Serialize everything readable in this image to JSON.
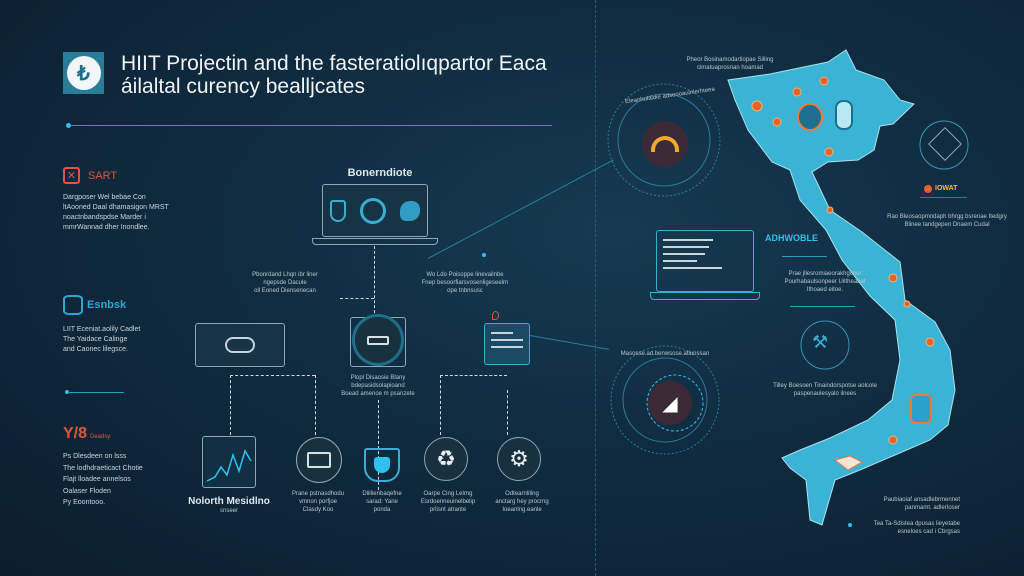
{
  "header": {
    "title_line1": "HIIT Projectin and the fasteratiolıqpartor Eaca",
    "title_line2": "áilaltal curency bealljcates",
    "logo_icon": "currency-logo-icon"
  },
  "left_panel": {
    "sections": [
      {
        "title": "SART",
        "color": "#e0553c",
        "lines": [
          "Dargposer Wel bebae Con",
          "ltAooned Daal dhamasigon MRST",
          "noactnbandspdse Marder i",
          "mmrWannad dher Inondlee."
        ]
      },
      {
        "title": "Esnbsk",
        "color": "#29a8d6",
        "lines": [
          "LIIT Eceniat.aolily Cadlet",
          "The Yaidace Calinge",
          "and Caonec lilegsce."
        ]
      },
      {
        "title": "Y/8",
        "subtitle": "Deadsy",
        "color": "#e0553c",
        "lines": [
          "Ps Dlesdeen on lsss",
          "The lodhdraeticact Chotie",
          "Flajt lloadee annelsos",
          "Oalaser Floden",
          "Py Eoontooo."
        ]
      }
    ]
  },
  "flow": {
    "top_label": "Bonerndiote",
    "top_left_caption": [
      "Pbonrdand Lhqn ibr liner",
      "ngepsde Dacule",
      "oll Eoned Diensenecan"
    ],
    "top_right_caption": [
      "Wo Ldo Poisoppe linevailnbe",
      "Fnep besoorfiarsvosenligeseelrn",
      "ope tnbnsusc"
    ],
    "middle_caption": [
      "Plopl Disaosie Blany",
      "bdepasidsolapioand",
      "Boead amenoe m psanzete"
    ],
    "bottom_items": [
      {
        "title": "Nolorth Mesidlno",
        "sub": "snseer"
      },
      {
        "lines": [
          "Prane pstnasdhodu",
          "vmnon porfjoe",
          "Clasdy  Koo"
        ]
      },
      {
        "lines": [
          "Dlillienbaqefne",
          "sarad: Yane",
          "ponda"
        ]
      },
      {
        "lines": [
          "Oarpe Cing Lelrng",
          "Esrdoenneuinelbelip",
          "prlisnt atrante"
        ]
      },
      {
        "lines": [
          "Odtearnliling",
          "anctarg hey procrng",
          "Ioeanlng.eanle"
        ]
      }
    ]
  },
  "map_panel": {
    "top_caption": [
      "Pheor Bosinamodartiopae Silling",
      "cimatuaprosnan hoamad"
    ],
    "ring_top_text": "Eleanhulaldie adseooaulnlerhteea",
    "label_heading": "ADHWOBLE",
    "heading_caption": [
      "Prae jllesromiaeorakhgcher",
      "Pourhabaulsonpeer Uiltheabat",
      "Ithoaed eitoe."
    ],
    "badge_label": "IOWAT",
    "right_caption": [
      "Rao Bleosaopmndaph bhrgg bsrenae Itedgry",
      "Blinee tandgepen Dnaem Cudal"
    ],
    "mid_caption": [
      "Tilley Boesoen Tinaindorspotse aolcole",
      "paspenaulesyalo ilnees"
    ],
    "ring_bottom_text": "Masosse.ad.benwsose.atlunssan",
    "bottom_caption1": [
      "Paubiaoiaf ansadlebrmennet",
      "panmamt. adlerIoser"
    ],
    "bottom_caption2": [
      "Tea Ta-Sdistea dpusas lieyetabe",
      "esneloes cad i Cbrgsas"
    ]
  },
  "colors": {
    "accent": "#29a8d6",
    "map": "#3bb3d4",
    "alert": "#e0553c"
  }
}
